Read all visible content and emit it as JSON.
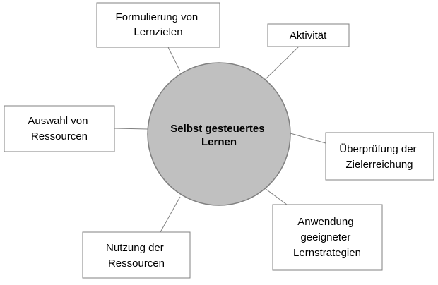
{
  "center": {
    "line1": "Selbst gesteuertes",
    "line2": "Lernen"
  },
  "nodes": [
    {
      "id": "formulierung",
      "lines": [
        "Formulierung von",
        "Lernzielen"
      ]
    },
    {
      "id": "aktivitaet",
      "lines": [
        "Aktivität"
      ]
    },
    {
      "id": "ueberpruefung",
      "lines": [
        "Überprüfung der",
        "Zielerreichung"
      ]
    },
    {
      "id": "anwendung",
      "lines": [
        "Anwendung",
        "geeigneter",
        "Lernstrategien"
      ]
    },
    {
      "id": "nutzung",
      "lines": [
        "Nutzung der",
        "Ressourcen"
      ]
    },
    {
      "id": "auswahl",
      "lines": [
        "Auswahl von",
        "Ressourcen"
      ]
    }
  ],
  "colors": {
    "circle_fill": "#c0c0c0",
    "stroke": "#808080",
    "box_stroke": "#808080",
    "text": "#000000"
  }
}
